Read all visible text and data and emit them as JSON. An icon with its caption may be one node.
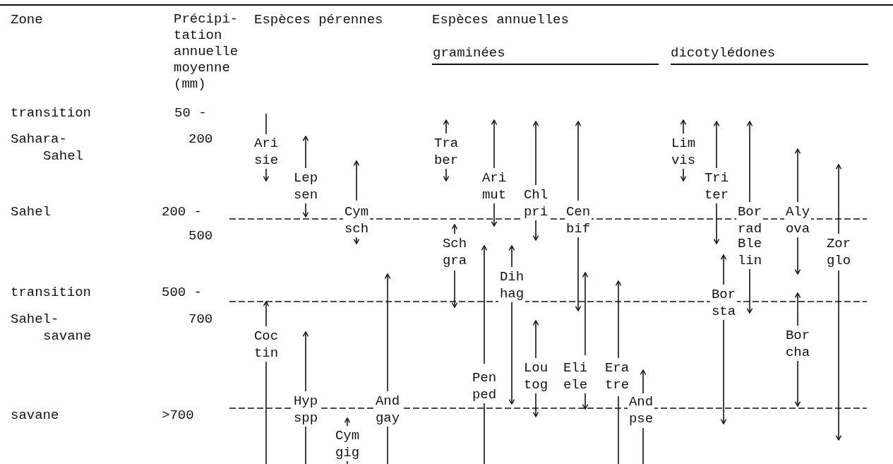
{
  "diagram": {
    "labels": [
      "Zone",
      "Précipi- tation annuelle moyenne (mm)",
      "Espèces pérennes",
      "Espèces annuelles",
      "graminées",
      "dicotylédones",
      "transition",
      "50 -",
      "Sahara- Sahel",
      "200",
      "Sahel",
      "200 -",
      "500",
      "transition",
      "500 -",
      "Sahel- savane",
      "700",
      "savane",
      ">700",
      "Ari sie",
      "Tra ber",
      "Lim vis",
      "Lep sen",
      "Ari mut",
      "Tri ter",
      "Chl pri",
      "Cym sch",
      "Cen bif",
      "Bor rad",
      "Aly ova",
      "Sch gra",
      "Ble lin",
      "Zor glo",
      "Dih hag",
      "Bor sta",
      "Coc tin",
      "Bor cha",
      "Pen ped",
      "Lou tog",
      "Eli ele",
      "Era tre",
      "Hyp spp",
      "And gay",
      "And pse",
      "Cym gig"
    ]
  }
}
